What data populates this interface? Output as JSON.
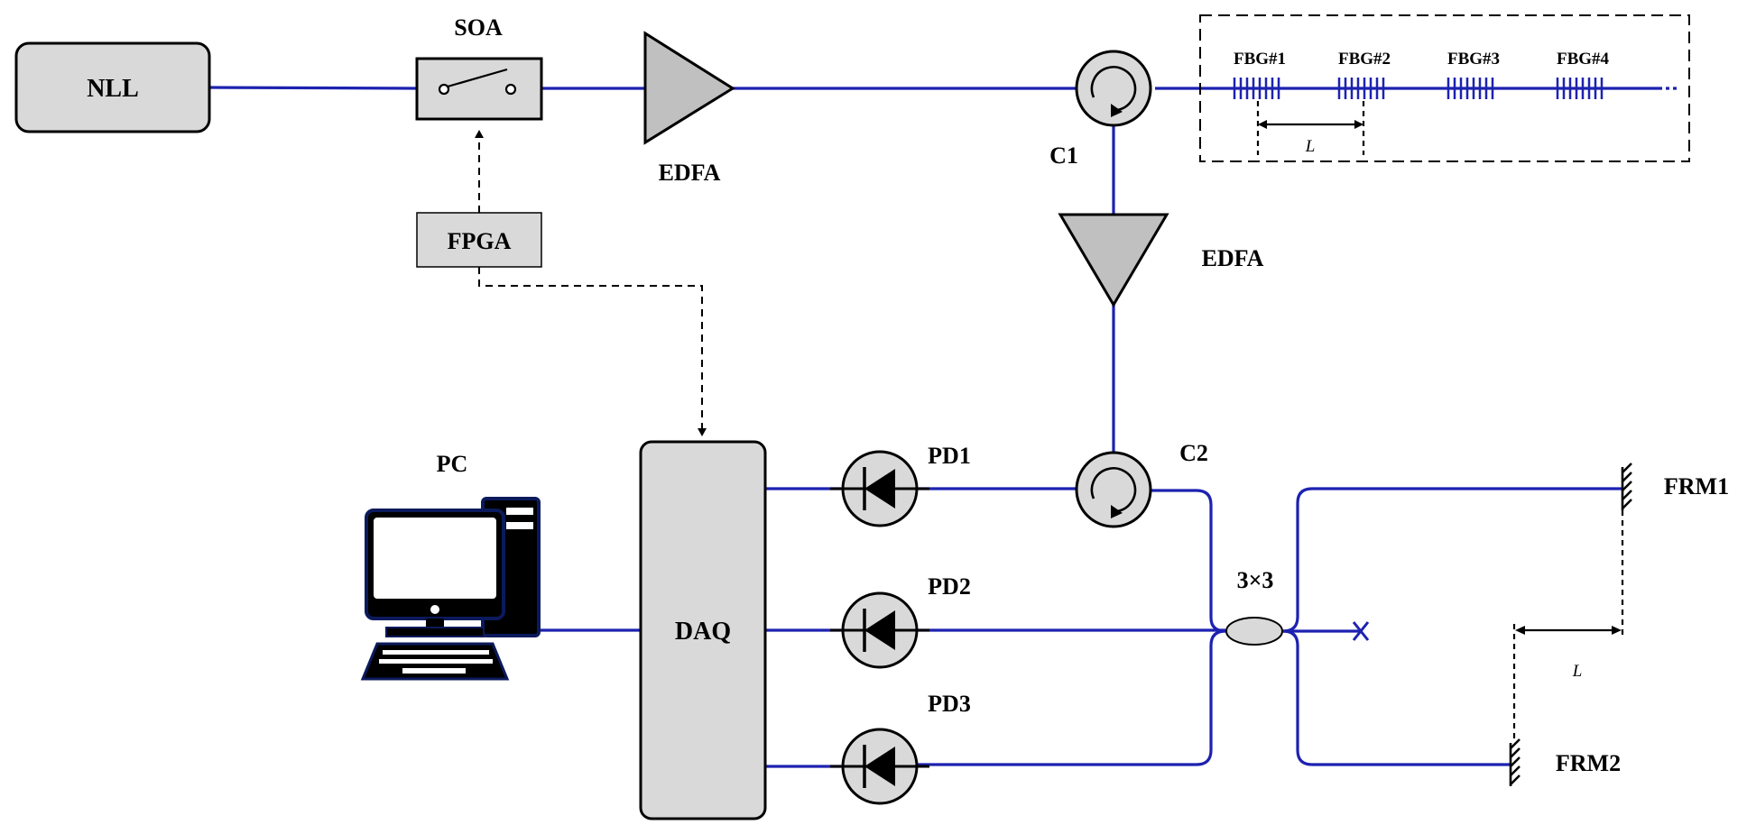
{
  "labels": {
    "nll": "NLL",
    "soa": "SOA",
    "edfa1": "EDFA",
    "edfa2": "EDFA",
    "fpga": "FPGA",
    "c1": "C1",
    "c2": "C2",
    "daq": "DAQ",
    "pc": "PC",
    "pd1": "PD1",
    "pd2": "PD2",
    "pd3": "PD3",
    "coupler": "3×3",
    "frm1": "FRM1",
    "frm2": "FRM2",
    "fbg1": "FBG#1",
    "fbg2": "FBG#2",
    "fbg3": "FBG#3",
    "fbg4": "FBG#4",
    "length_top": "L",
    "length_right": "L"
  },
  "colors": {
    "fiber": "#1d22b0",
    "component_fill": "#d9d9d9",
    "computer_frame": "#0b1a5c"
  },
  "icons": {
    "soa": "switch-icon",
    "edfa": "amplifier-triangle-icon",
    "circulator": "circulator-icon",
    "photodiode": "photodiode-icon",
    "fbg": "grating-icon",
    "frm": "mirror-icon",
    "pc": "computer-icon",
    "terminated_port": "x-icon"
  }
}
